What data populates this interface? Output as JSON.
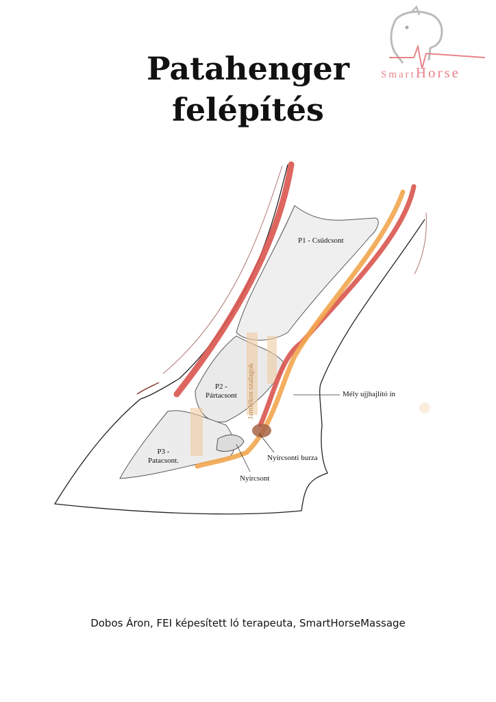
{
  "title": {
    "line1": "Patahenger",
    "line2": "felépítés"
  },
  "logo": {
    "small": "Smart",
    "big": "Horse",
    "icon": "horse-head-heartbeat-icon",
    "color": "#e8838a"
  },
  "labels": {
    "p1": "P1 - Csüdcsont",
    "p2_line1": "P2 -",
    "p2_line2": "Pártacsont",
    "p3_line1": "P3 -",
    "p3_line2": "Patacsont.",
    "ligament": "Jamlékos szalagok",
    "tendon": "Mély ujjhajlító ín",
    "bursa": "Nyírcsonti burza",
    "navicular": "Nyírcsont"
  },
  "colors": {
    "tendon_red": "#d9554f",
    "tendon_orange": "#f2a64f",
    "ligament": "#eec9a0",
    "bursa": "#a86446"
  },
  "footer": {
    "credit": "Dobos Áron, FEI képesített ló terapeuta, SmartHorseMassage"
  }
}
